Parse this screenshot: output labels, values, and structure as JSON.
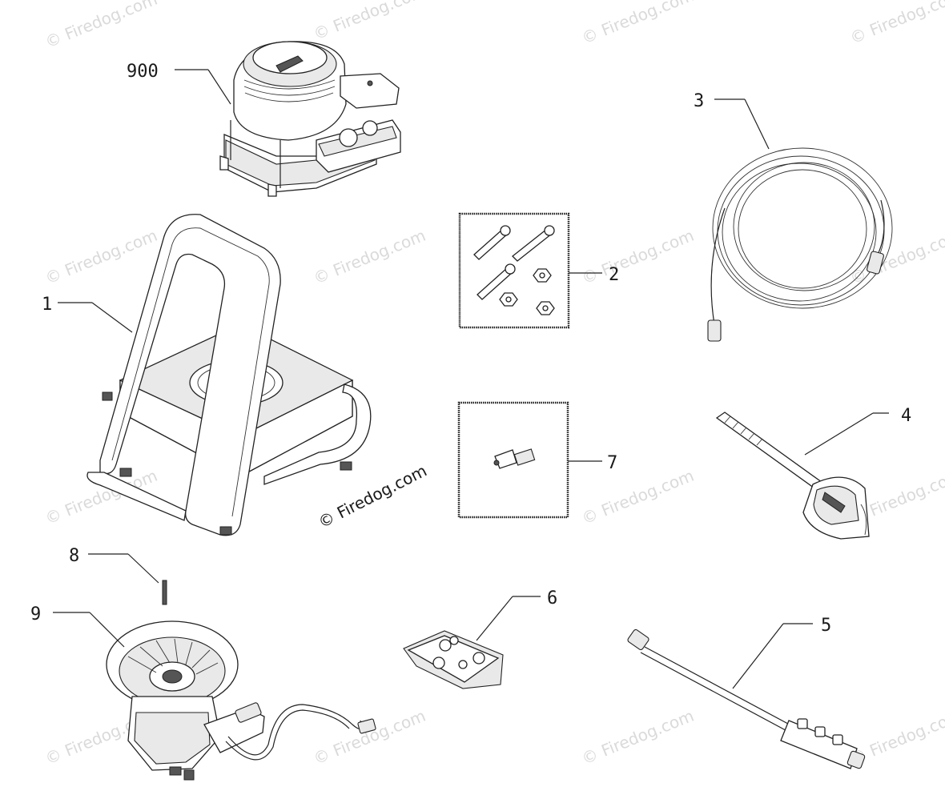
{
  "watermark": {
    "text": "© Firedog.com",
    "color": "#dadada",
    "strong_color": "#1a1a1a"
  },
  "callouts": {
    "engine": "900",
    "frame": "1",
    "hardware_kit": "2",
    "high_pressure_hose": "3",
    "spray_gun": "4",
    "spray_wand": "5",
    "nozzle_bag": "6",
    "adapter_kit": "7",
    "pin": "8",
    "pump": "9"
  }
}
